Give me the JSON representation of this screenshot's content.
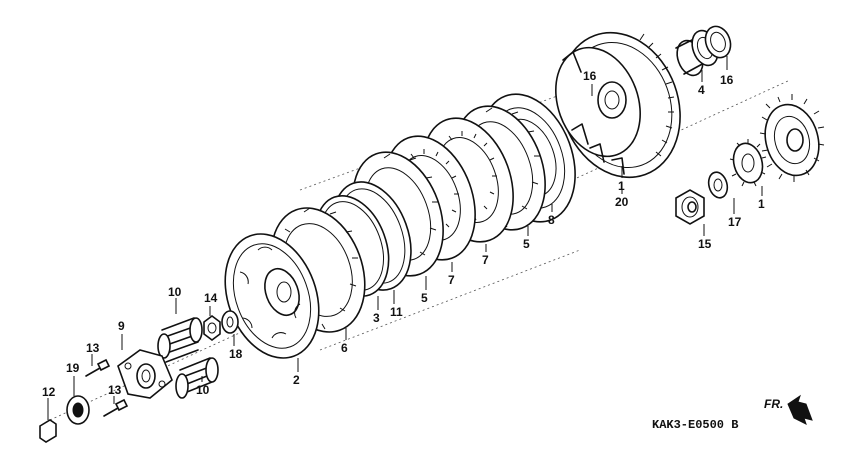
{
  "diagram_code": "KAK3-E0500 B",
  "front_label": "FR.",
  "callouts": {
    "outer_housing": "20",
    "housing_collar": "4",
    "housing_washer_right": "16",
    "housing_washer_left": "16",
    "primary_gear": "1",
    "primary_driven_gear": "1",
    "lock_nut": "15",
    "gear_washer": "17",
    "disc_a": "8",
    "disc_b_top": "5",
    "disc_b_bottom": "5",
    "plate_top": "7",
    "plate_bottom": "7",
    "judder_spring": "11",
    "spring_seat": "3",
    "friction_disc": "6",
    "center_hub": "2",
    "washer": "18",
    "nut": "14",
    "spring_top": "10",
    "spring_bottom": "10",
    "lifter_plate": "9",
    "bolt_top": "13",
    "bolt_bottom": "13",
    "bearing": "19",
    "lifter_piece": "12"
  }
}
